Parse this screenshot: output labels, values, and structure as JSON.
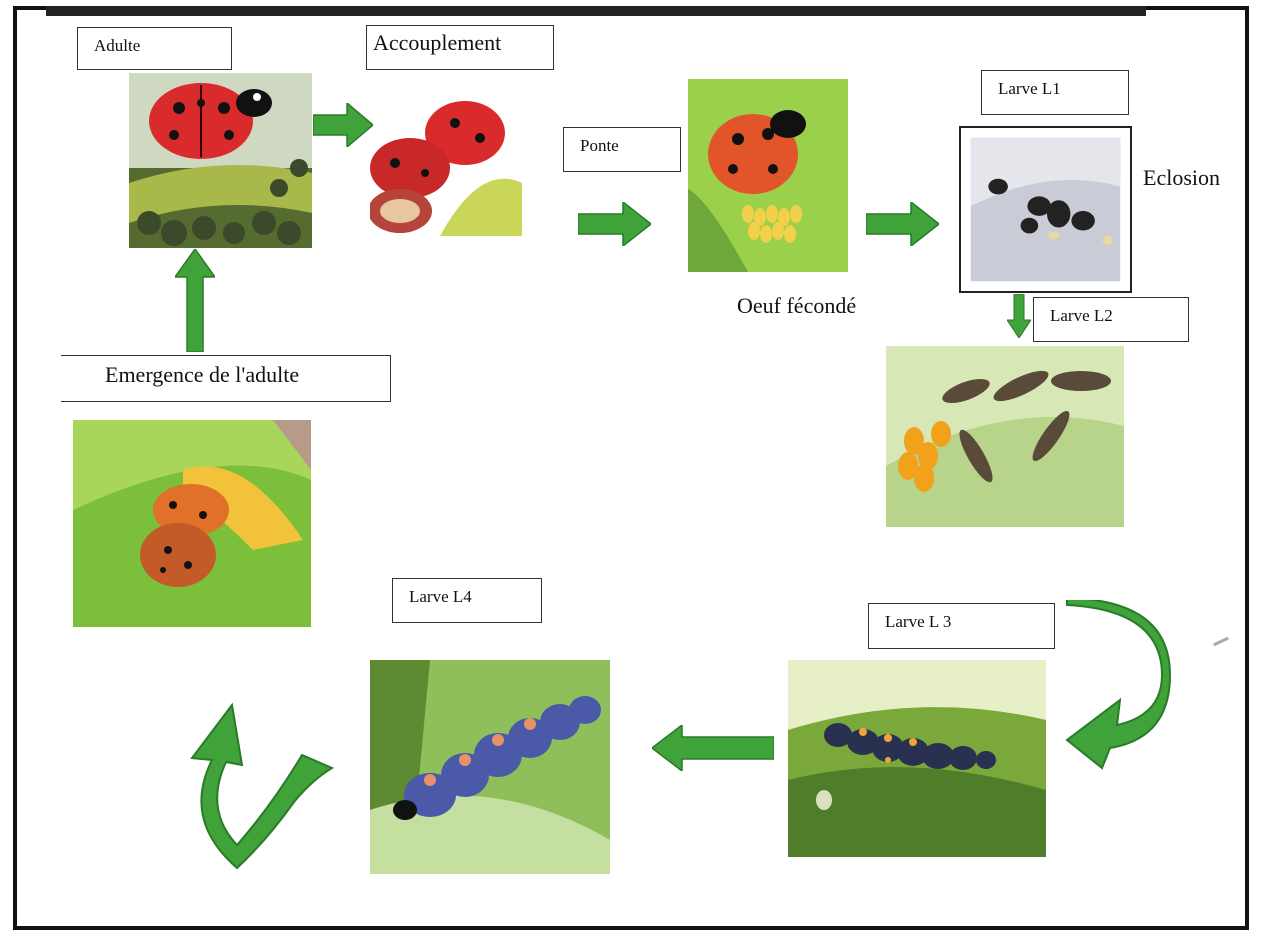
{
  "labels": {
    "adulte": "Adulte",
    "accouplement": "Accouplement",
    "ponte": "Ponte",
    "oeuf": "Oeuf fécondé",
    "larve_l1": "Larve L1",
    "eclosion": "Eclosion",
    "larve_l2": "Larve L2",
    "emergence": "Emergence de l'adulte",
    "larve_l3": "Larve L 3",
    "larve_l4": "Larve L4"
  },
  "photo_subjects": [
    "ladybug-adult-icon",
    "ladybug-mating-icon",
    "ladybug-egg-laying-icon",
    "hatching-larvae-icon",
    "l2-larvae-icon",
    "emerging-adult-icon",
    "l3-larva-icon",
    "l4-larva-icon"
  ],
  "colors": {
    "arrow_green": "#3fa33a",
    "arrow_dark": "#2a7a2a",
    "leaf_green": "#7bbf3a",
    "ladybug_red": "#d92b2b",
    "egg_yellow": "#f2d04a"
  }
}
